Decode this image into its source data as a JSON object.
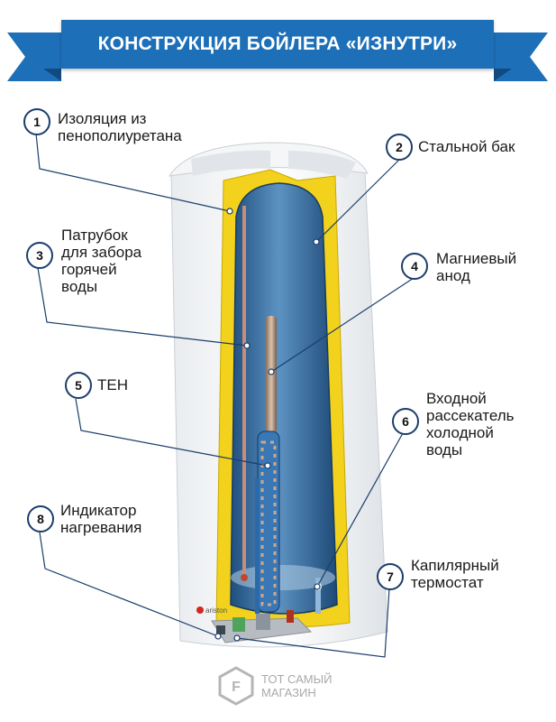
{
  "header": {
    "title": "КОНСТРУКЦИЯ БОЙЛЕРА «ИЗНУТРИ»"
  },
  "colors": {
    "banner": "#1d6fb8",
    "insulation": "#f2d21c",
    "tank": "#2e6ea5",
    "outline": "#1b3d6b"
  },
  "parts": [
    {
      "num": "1",
      "label": "Изоляция из\nпенополиуретана"
    },
    {
      "num": "2",
      "label": "Стальной бак"
    },
    {
      "num": "3",
      "label": "Патрубок\nдля забора\nгорячей\nводы"
    },
    {
      "num": "4",
      "label": "Магниевый\nанод"
    },
    {
      "num": "5",
      "label": "ТЕН"
    },
    {
      "num": "6",
      "label": "Входной\nрассекатель\nхолодной\nводы"
    },
    {
      "num": "7",
      "label": "Капилярный\nтермостат"
    },
    {
      "num": "8",
      "label": "Индикатор\nнагревания"
    }
  ],
  "product_brand": "ariston",
  "watermark": {
    "text": "ТОТ САМЫЙ\nМАГАЗИН",
    "icon": "storefront-logo-icon"
  }
}
